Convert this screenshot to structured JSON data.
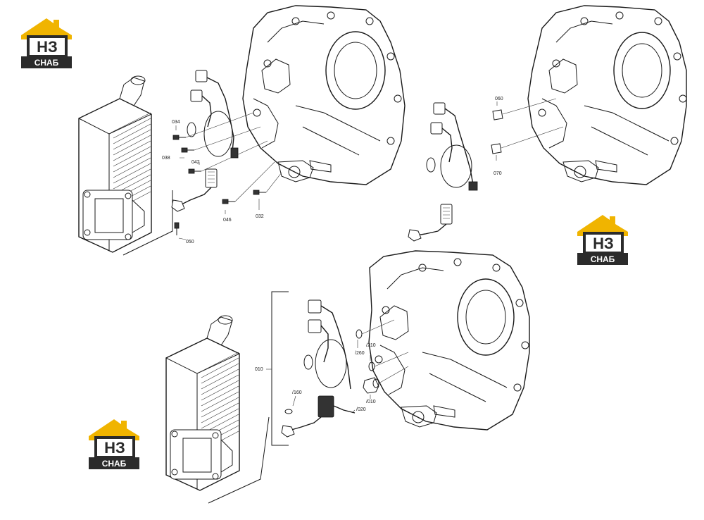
{
  "logo": {
    "mark": "НЗ",
    "word": "СНАБ",
    "colors": {
      "roof": "#f0b400",
      "body": "#2b2b2b",
      "text": "#ffffff",
      "mark_bg": "#ffffff"
    }
  },
  "labels": {
    "p034": "034",
    "p038": "038",
    "p042": "042",
    "p046": "046",
    "p032": "032",
    "p050": "050",
    "p060": "060",
    "p070": "070",
    "p010": "010",
    "p160": "/160",
    "p260": "/260",
    "p210": "/210",
    "p020": "/020",
    "p010b": "/010"
  }
}
